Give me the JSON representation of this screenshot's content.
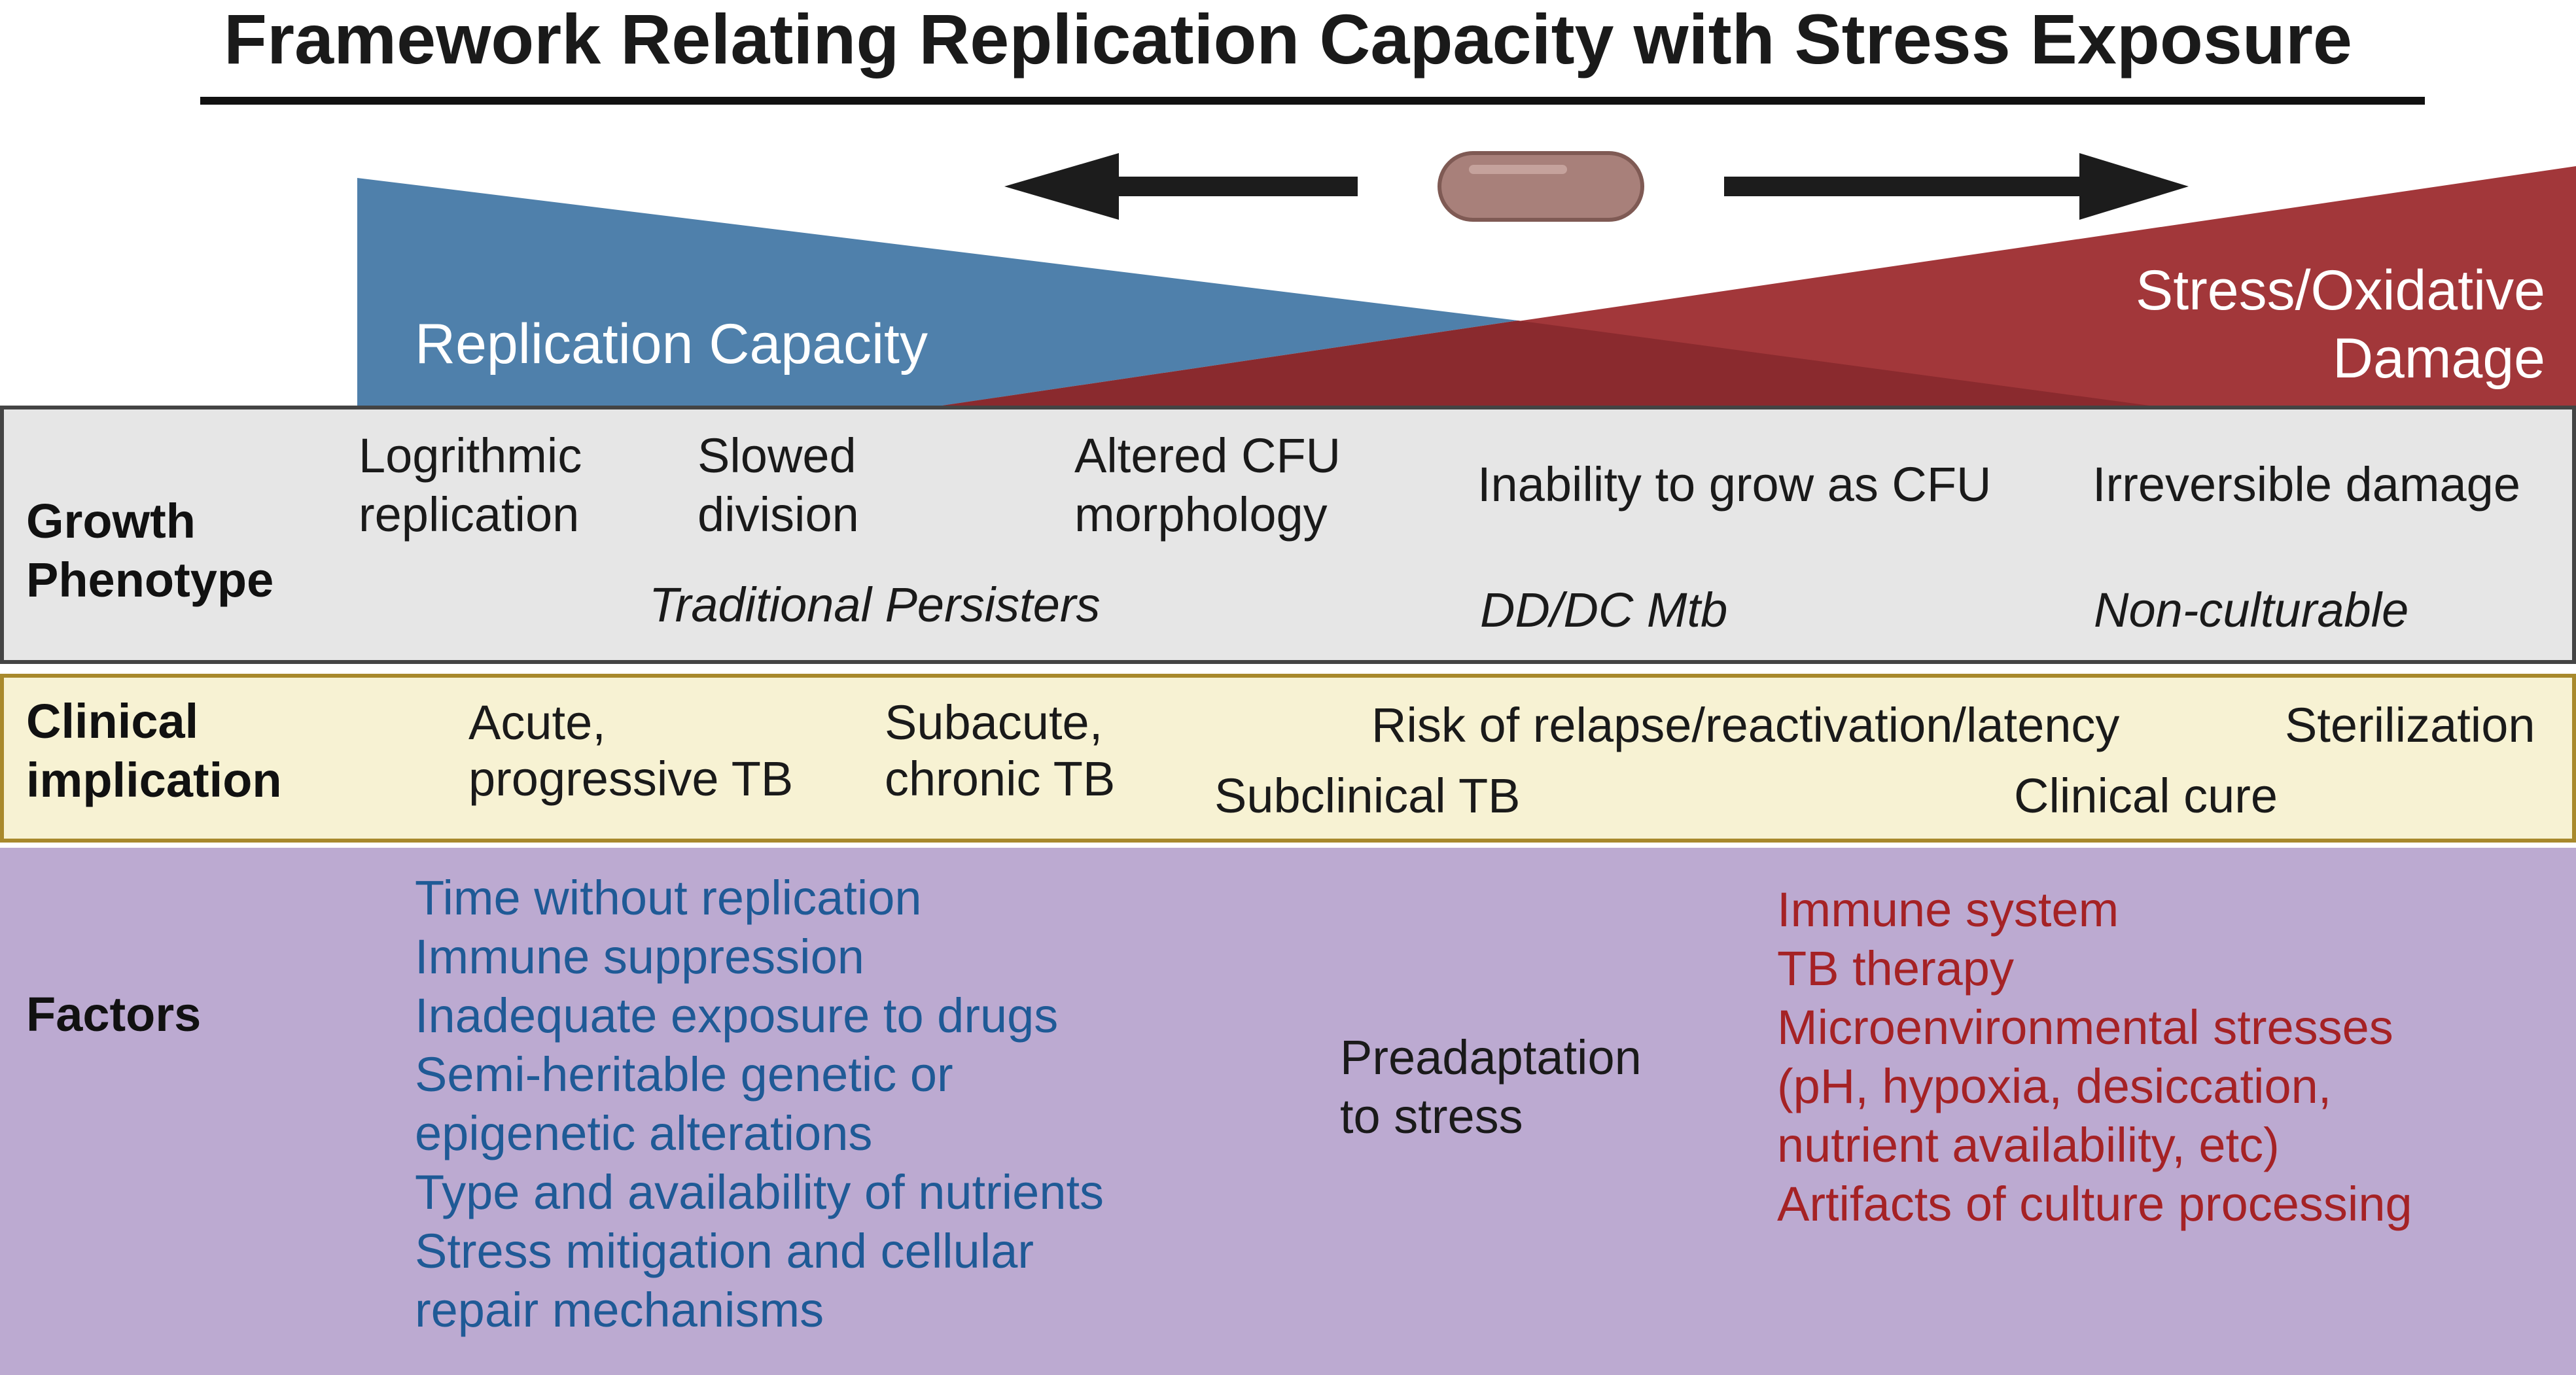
{
  "title": "Framework Relating Replication Capacity with Stress Exposure",
  "wedges": {
    "replication_label": "Replication Capacity",
    "stress_label_line1": "Stress/Oxidative",
    "stress_label_line2": "Damage",
    "replication_color": "#4f80ab",
    "stress_color": "#a2373a"
  },
  "icons": {
    "left_arrow": "arrow-left-icon",
    "right_arrow": "arrow-right-icon",
    "bacterium": "bacillus-icon"
  },
  "growth": {
    "heading_line1": "Growth",
    "heading_line2": "Phenotype",
    "stages": [
      {
        "line1": "Logrithmic",
        "line2": "replication"
      },
      {
        "line1": "Slowed",
        "line2": "division"
      },
      {
        "line1": "Altered CFU",
        "line2": "morphology"
      },
      {
        "line1": "Inability to grow as CFU"
      },
      {
        "line1": "Irreversible damage"
      }
    ],
    "groups": [
      "Traditional Persisters",
      "DD/DC Mtb",
      "Non-culturable"
    ]
  },
  "clinical": {
    "heading_line1": "Clinical",
    "heading_line2": "implication",
    "items": [
      {
        "line1": "Acute,",
        "line2": "progressive TB"
      },
      {
        "line1": "Subacute,",
        "line2": "chronic TB"
      },
      {
        "line1": "Subclinical TB"
      },
      {
        "line1": "Risk of relapse/reactivation/latency"
      },
      {
        "line1": "Clinical cure"
      },
      {
        "line1": "Sterilization"
      }
    ]
  },
  "factors": {
    "heading": "Factors",
    "replication_factors": [
      "Time without replication",
      "Immune suppression",
      "Inadequate exposure to drugs",
      "Semi-heritable genetic or",
      "epigenetic alterations",
      "Type and availability of nutrients",
      "Stress mitigation and cellular",
      "repair mechanisms"
    ],
    "middle_line1": "Preadaptation",
    "middle_line2": "to stress",
    "stress_factors": [
      "Immune system",
      "TB therapy",
      "Microenvironmental stresses",
      "(pH, hypoxia, desiccation,",
      "nutrient availability, etc)",
      "Artifacts of culture processing"
    ]
  }
}
